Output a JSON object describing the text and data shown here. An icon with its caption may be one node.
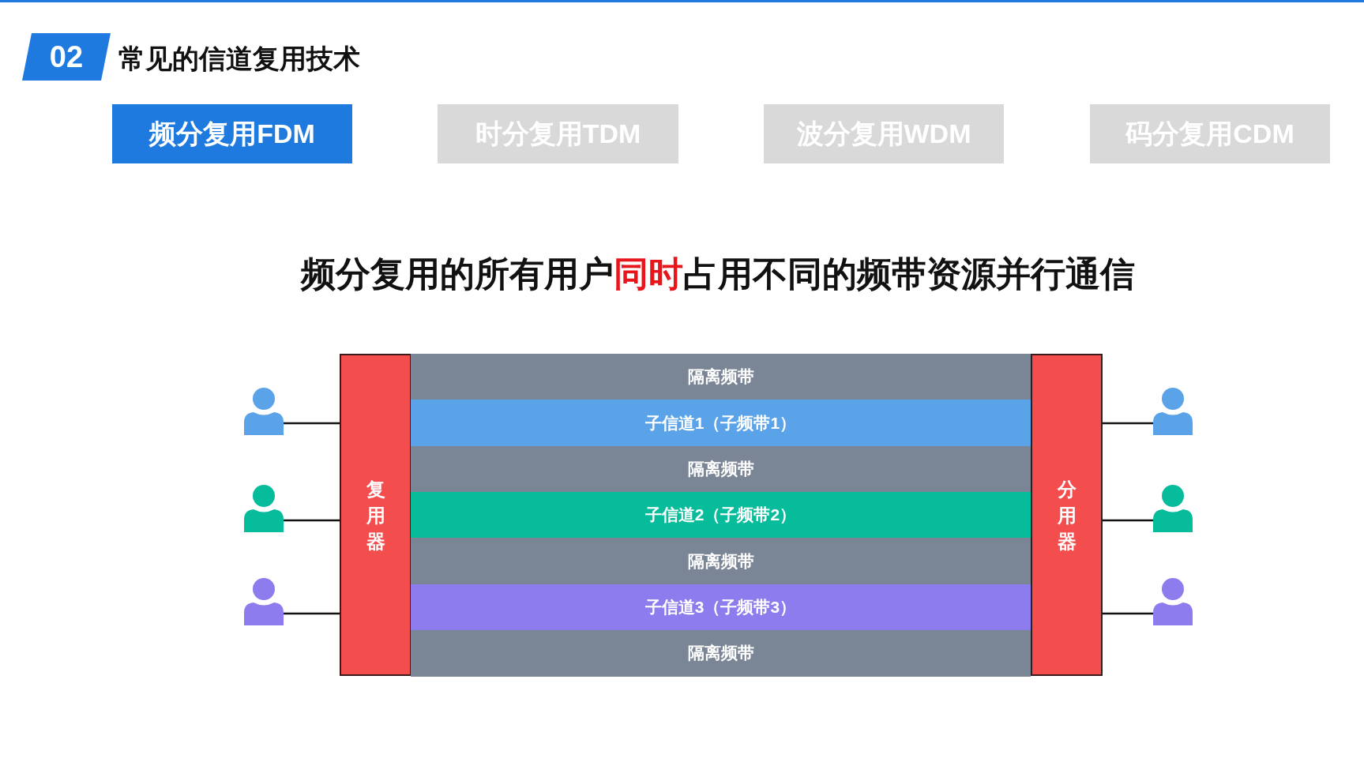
{
  "diagram": {
    "title": "常见的信道复用技术",
    "nodes": [
      {
        "text": [
          "频分复用FDM"
        ]
      },
      {
        "text": [
          "时分复用TDM"
        ]
      },
      {
        "text": [
          "波分复用WDM"
        ]
      },
      {
        "text": [
          "码分复用CDM"
        ]
      },
      {
        "text": [
          "复用器"
        ]
      },
      {
        "text": [
          "隔离频带"
        ]
      },
      {
        "text": [
          "子信道1（子频带1）"
        ]
      },
      {
        "text": [
          "隔离频带"
        ]
      },
      {
        "text": [
          "子信道2（子频带2）"
        ]
      },
      {
        "text": [
          "隔离频带"
        ]
      },
      {
        "text": [
          "子信道3（子频带3）"
        ]
      },
      {
        "text": [
          "隔离频带"
        ]
      },
      {
        "text": [
          "分用器"
        ]
      },
      {
        "text": [],
        "shape": "person"
      },
      {
        "text": [],
        "shape": "person"
      },
      {
        "text": [],
        "shape": "person"
      },
      {
        "text": [],
        "shape": "person"
      },
      {
        "text": [],
        "shape": "person"
      },
      {
        "text": [],
        "shape": "person"
      }
    ],
    "edges": [
      {
        "from": 13,
        "to": 4,
        "arrow": "none"
      },
      {
        "from": 14,
        "to": 4,
        "arrow": "none"
      },
      {
        "from": 15,
        "to": 4,
        "arrow": "none"
      },
      {
        "from": 12,
        "to": 16,
        "arrow": "none"
      },
      {
        "from": 12,
        "to": 17,
        "arrow": "none"
      },
      {
        "from": 12,
        "to": 18,
        "arrow": "none"
      }
    ],
    "labels": [
      "02",
      "频分复用的所有用户**同时**占用不同的频带资源并行通信"
    ]
  }
}
